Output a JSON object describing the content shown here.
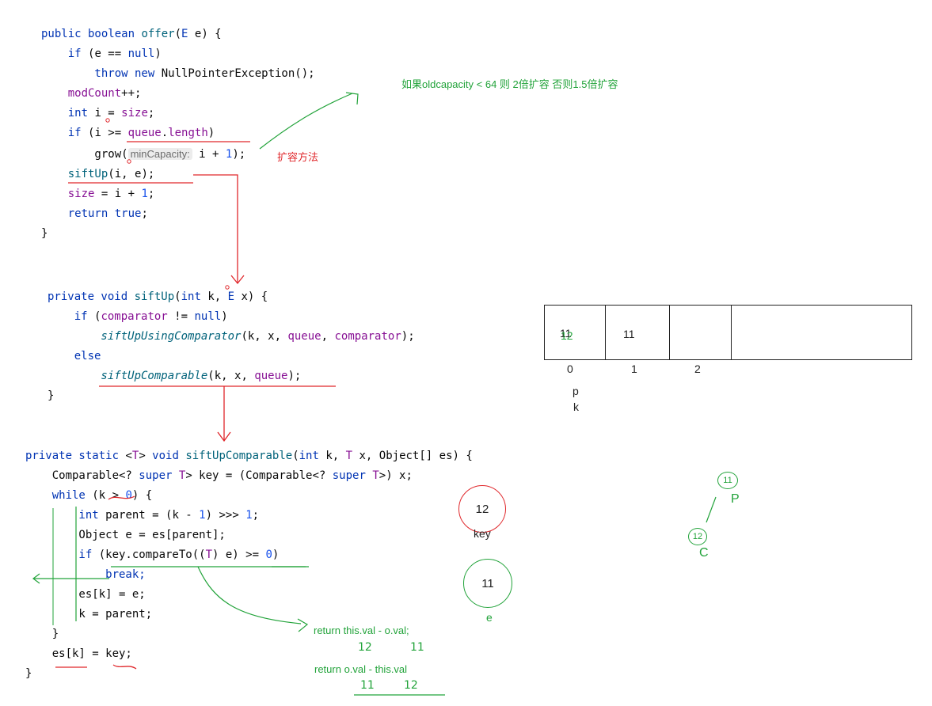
{
  "code": {
    "offer": [
      "public boolean offer(E e) {",
      "    if (e == null)",
      "        throw new NullPointerException();",
      "    modCount++;",
      "    int i = size;",
      "    if (i >= queue.length)",
      "        grow(",
      "    siftUp(i, e);",
      "    size = i + 1;",
      "    return true;",
      "}"
    ],
    "grow_hint": "minCapacity:",
    "grow_tail": "i + 1);",
    "siftUp": [
      "private void siftUp(int k, E x) {",
      "    if (comparator != null)",
      "        siftUpUsingComparator(k, x, queue, comparator);",
      "    else",
      "        siftUpComparable(k, x, queue);",
      "}"
    ],
    "siftUpComparable": [
      "private static <T> void siftUpComparable(int k, T x, Object[] es) {",
      "    Comparable<? super T> key = (Comparable<? super T>) x;",
      "    while (k > 0) {",
      "        int parent = (k - 1) >>> 1;",
      "        Object e = es[parent];",
      "        if (key.compareTo((T) e) >= 0)",
      "            break;",
      "        es[k] = e;",
      "        k = parent;",
      "    }",
      "    es[k] = key;",
      "}"
    ]
  },
  "annotations": {
    "grow_note": "如果oldcapacity < 64 则 2倍扩容  否则1.5倍扩容",
    "grow_method": "扩容方法",
    "return_a": "return this.val - o.val;",
    "return_b": "return o.val - this.val",
    "hand_a_left": "12",
    "hand_a_right": "11",
    "hand_b_left": "11",
    "hand_b_right": "12"
  },
  "array": {
    "cells": [
      "11",
      "11",
      "",
      ""
    ],
    "cell0_overwrite": "12",
    "indices": [
      "0",
      "1",
      "2"
    ],
    "pointer_p": "p",
    "pointer_k": "k"
  },
  "circles": {
    "key_value": "12",
    "key_label": "key",
    "e_value": "11",
    "e_label": "e"
  },
  "tree": {
    "parent": "11",
    "parent_label": "P",
    "child": "12",
    "child_label": "C"
  },
  "colors": {
    "keyword": "#0033b3",
    "function": "#00627a",
    "field": "#871094",
    "number": "#1750eb",
    "green_ink": "#22a33a",
    "red_ink": "#e0272b"
  }
}
